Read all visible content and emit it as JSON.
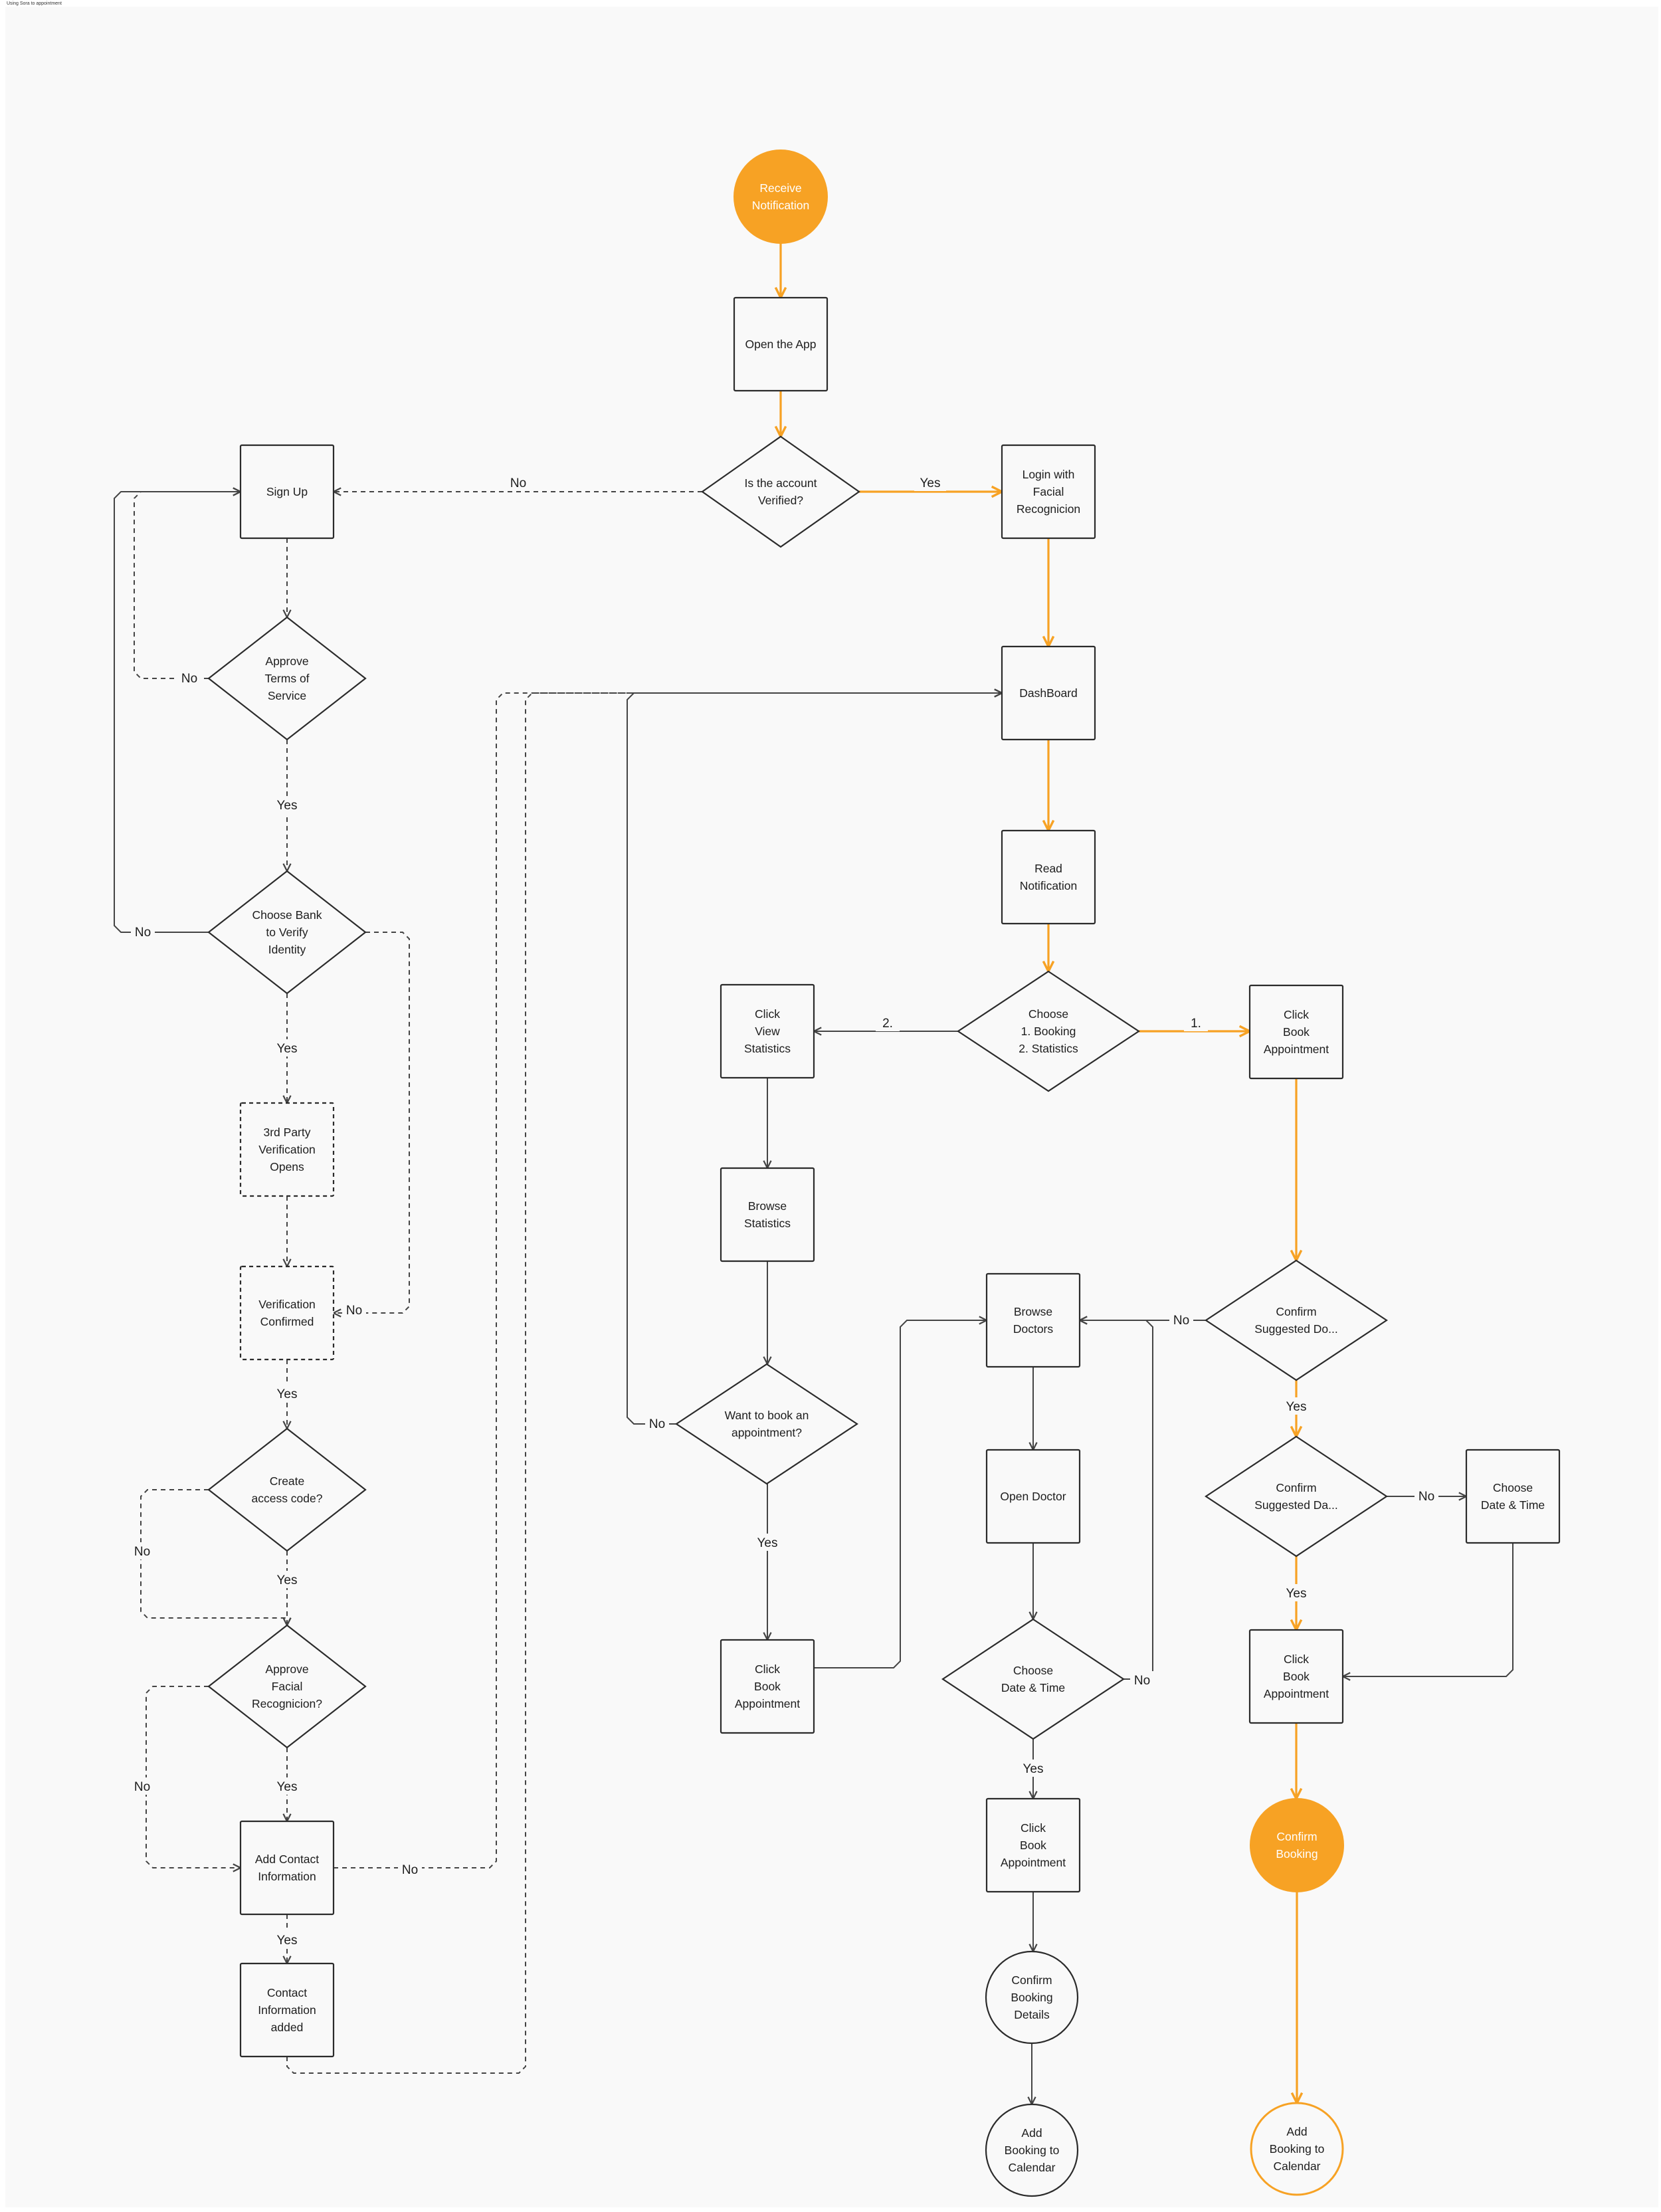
{
  "frame_title": "Using Sora to appointment",
  "colors": {
    "accent": "#F7A224",
    "stroke": "#2b2b2b",
    "background": "#f9f9f9"
  },
  "nodes": [
    {
      "id": "receive",
      "lines": [
        "Receive",
        "Notification"
      ]
    },
    {
      "id": "open_app",
      "lines": [
        "Open the App"
      ]
    },
    {
      "id": "verified",
      "lines": [
        "Is the account",
        "Verified?"
      ]
    },
    {
      "id": "signup",
      "lines": [
        "Sign Up"
      ]
    },
    {
      "id": "login",
      "lines": [
        "Login with",
        "Facial",
        "Recognicion"
      ]
    },
    {
      "id": "approve_tos",
      "lines": [
        "Approve",
        "Terms of",
        "Service"
      ]
    },
    {
      "id": "dashboard",
      "lines": [
        "DashBoard"
      ]
    },
    {
      "id": "choose_bank",
      "lines": [
        "Choose Bank",
        "to Verify",
        "Identity"
      ]
    },
    {
      "id": "read_notif",
      "lines": [
        "Read",
        "Notification"
      ]
    },
    {
      "id": "choose_booking",
      "lines": [
        "Choose",
        "1. Booking",
        "2. Statistics"
      ]
    },
    {
      "id": "click_view_stats",
      "lines": [
        "Click",
        "View",
        "Statistics"
      ]
    },
    {
      "id": "click_book_1",
      "lines": [
        "Click",
        "Book",
        "Appointment"
      ]
    },
    {
      "id": "third_party",
      "lines": [
        "3rd Party",
        "Verification",
        "Opens"
      ]
    },
    {
      "id": "browse_stats",
      "lines": [
        "Browse",
        "Statistics"
      ]
    },
    {
      "id": "verif_confirmed",
      "lines": [
        "Verification",
        "Confirmed"
      ]
    },
    {
      "id": "browse_doctors",
      "lines": [
        "Browse",
        "Doctors"
      ]
    },
    {
      "id": "confirm_doc",
      "lines": [
        "Confirm",
        "Suggested Do..."
      ]
    },
    {
      "id": "want_book",
      "lines": [
        "Want to book an",
        "appointment?"
      ]
    },
    {
      "id": "create_code",
      "lines": [
        "Create",
        "access code?"
      ]
    },
    {
      "id": "open_doctor",
      "lines": [
        "Open Doctor"
      ]
    },
    {
      "id": "confirm_date",
      "lines": [
        "Confirm",
        "Suggested Da..."
      ]
    },
    {
      "id": "choose_dt_right",
      "lines": [
        "Choose",
        "Date & Time"
      ]
    },
    {
      "id": "approve_facial",
      "lines": [
        "Approve",
        "Facial",
        "Recognicion?"
      ]
    },
    {
      "id": "click_book_2",
      "lines": [
        "Click",
        "Book",
        "Appointment"
      ]
    },
    {
      "id": "choose_dt_mid",
      "lines": [
        "Choose",
        "Date & Time"
      ]
    },
    {
      "id": "click_book_3",
      "lines": [
        "Click",
        "Book",
        "Appointment"
      ]
    },
    {
      "id": "add_contact",
      "lines": [
        "Add Contact",
        "Information"
      ]
    },
    {
      "id": "click_book_4",
      "lines": [
        "Click",
        "Book",
        "Appointment"
      ]
    },
    {
      "id": "confirm_booking",
      "lines": [
        "Confirm",
        "Booking"
      ]
    },
    {
      "id": "contact_added",
      "lines": [
        "Contact",
        "Information",
        "added"
      ]
    },
    {
      "id": "confirm_details",
      "lines": [
        "Confirm",
        "Booking",
        "Details"
      ]
    },
    {
      "id": "add_cal_mid",
      "lines": [
        "Add",
        "Booking to",
        "Calendar"
      ]
    },
    {
      "id": "add_cal_right",
      "lines": [
        "Add",
        "Booking to",
        "Calendar"
      ]
    }
  ],
  "edge_labels": [
    {
      "id": "l_no_verified",
      "text": "No"
    },
    {
      "id": "l_yes_verified",
      "text": "Yes"
    },
    {
      "id": "l_no_tos",
      "text": "No"
    },
    {
      "id": "l_yes_tos",
      "text": "Yes"
    },
    {
      "id": "l_no_bank",
      "text": "No"
    },
    {
      "id": "l_yes_bank",
      "text": "Yes"
    },
    {
      "id": "l_2",
      "text": "2."
    },
    {
      "id": "l_1",
      "text": "1."
    },
    {
      "id": "l_no_verif",
      "text": "No"
    },
    {
      "id": "l_yes_verif",
      "text": "Yes"
    },
    {
      "id": "l_no_doc",
      "text": "No"
    },
    {
      "id": "l_yes_doc",
      "text": "Yes"
    },
    {
      "id": "l_no_want",
      "text": "No"
    },
    {
      "id": "l_no_code",
      "text": "No"
    },
    {
      "id": "l_yes_code",
      "text": "Yes"
    },
    {
      "id": "l_no_date",
      "text": "No"
    },
    {
      "id": "l_yes_want",
      "text": "Yes"
    },
    {
      "id": "l_yes_date",
      "text": "Yes"
    },
    {
      "id": "l_no_dt",
      "text": "No"
    },
    {
      "id": "l_no_facial",
      "text": "No"
    },
    {
      "id": "l_yes_facial",
      "text": "Yes"
    },
    {
      "id": "l_yes_dt",
      "text": "Yes"
    },
    {
      "id": "l_no_contact",
      "text": "No"
    },
    {
      "id": "l_yes_contact",
      "text": "Yes"
    }
  ]
}
